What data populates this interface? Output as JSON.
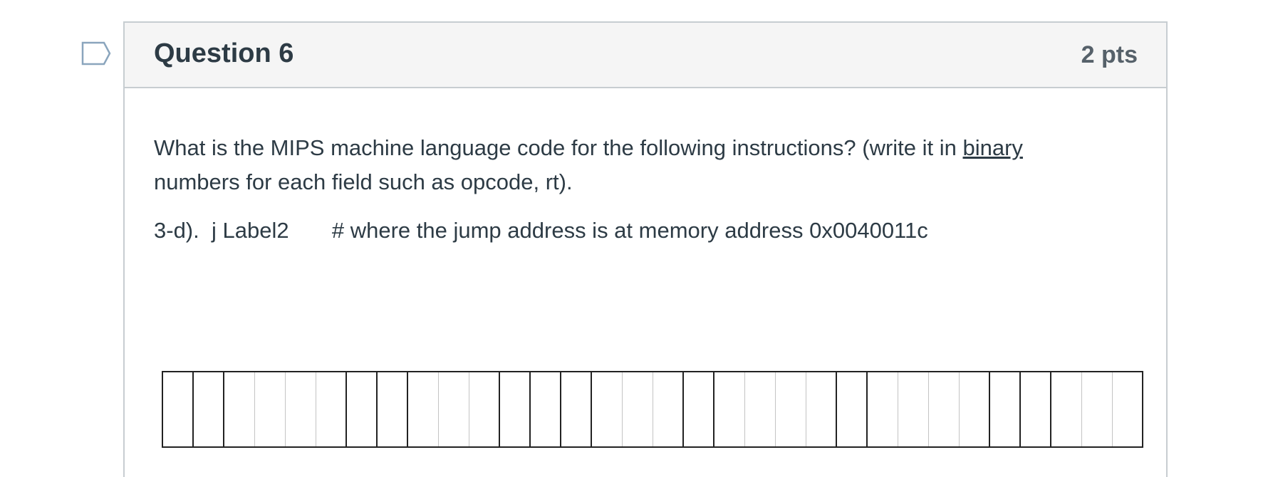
{
  "question": {
    "title": "Question 6",
    "points": "2 pts",
    "prompt_before_link": "What is the MIPS machine language code for the following instructions? (write it in ",
    "prompt_underlined": "binary",
    "prompt_after_link": " numbers for each field such as opcode, rt).",
    "instruction_label": "3-d).",
    "instruction_code": "j Label2",
    "instruction_comment": "# where the jump address is at memory address 0x0040011c"
  },
  "answer_grid": {
    "columns": 32
  },
  "icons": {
    "flag": "flag-question-icon"
  },
  "colors": {
    "text": "#2d3b45",
    "header_bg": "#f5f5f5",
    "border": "#c7cdd1",
    "points": "#56616a",
    "flag_outline": "#8aa5bd"
  }
}
